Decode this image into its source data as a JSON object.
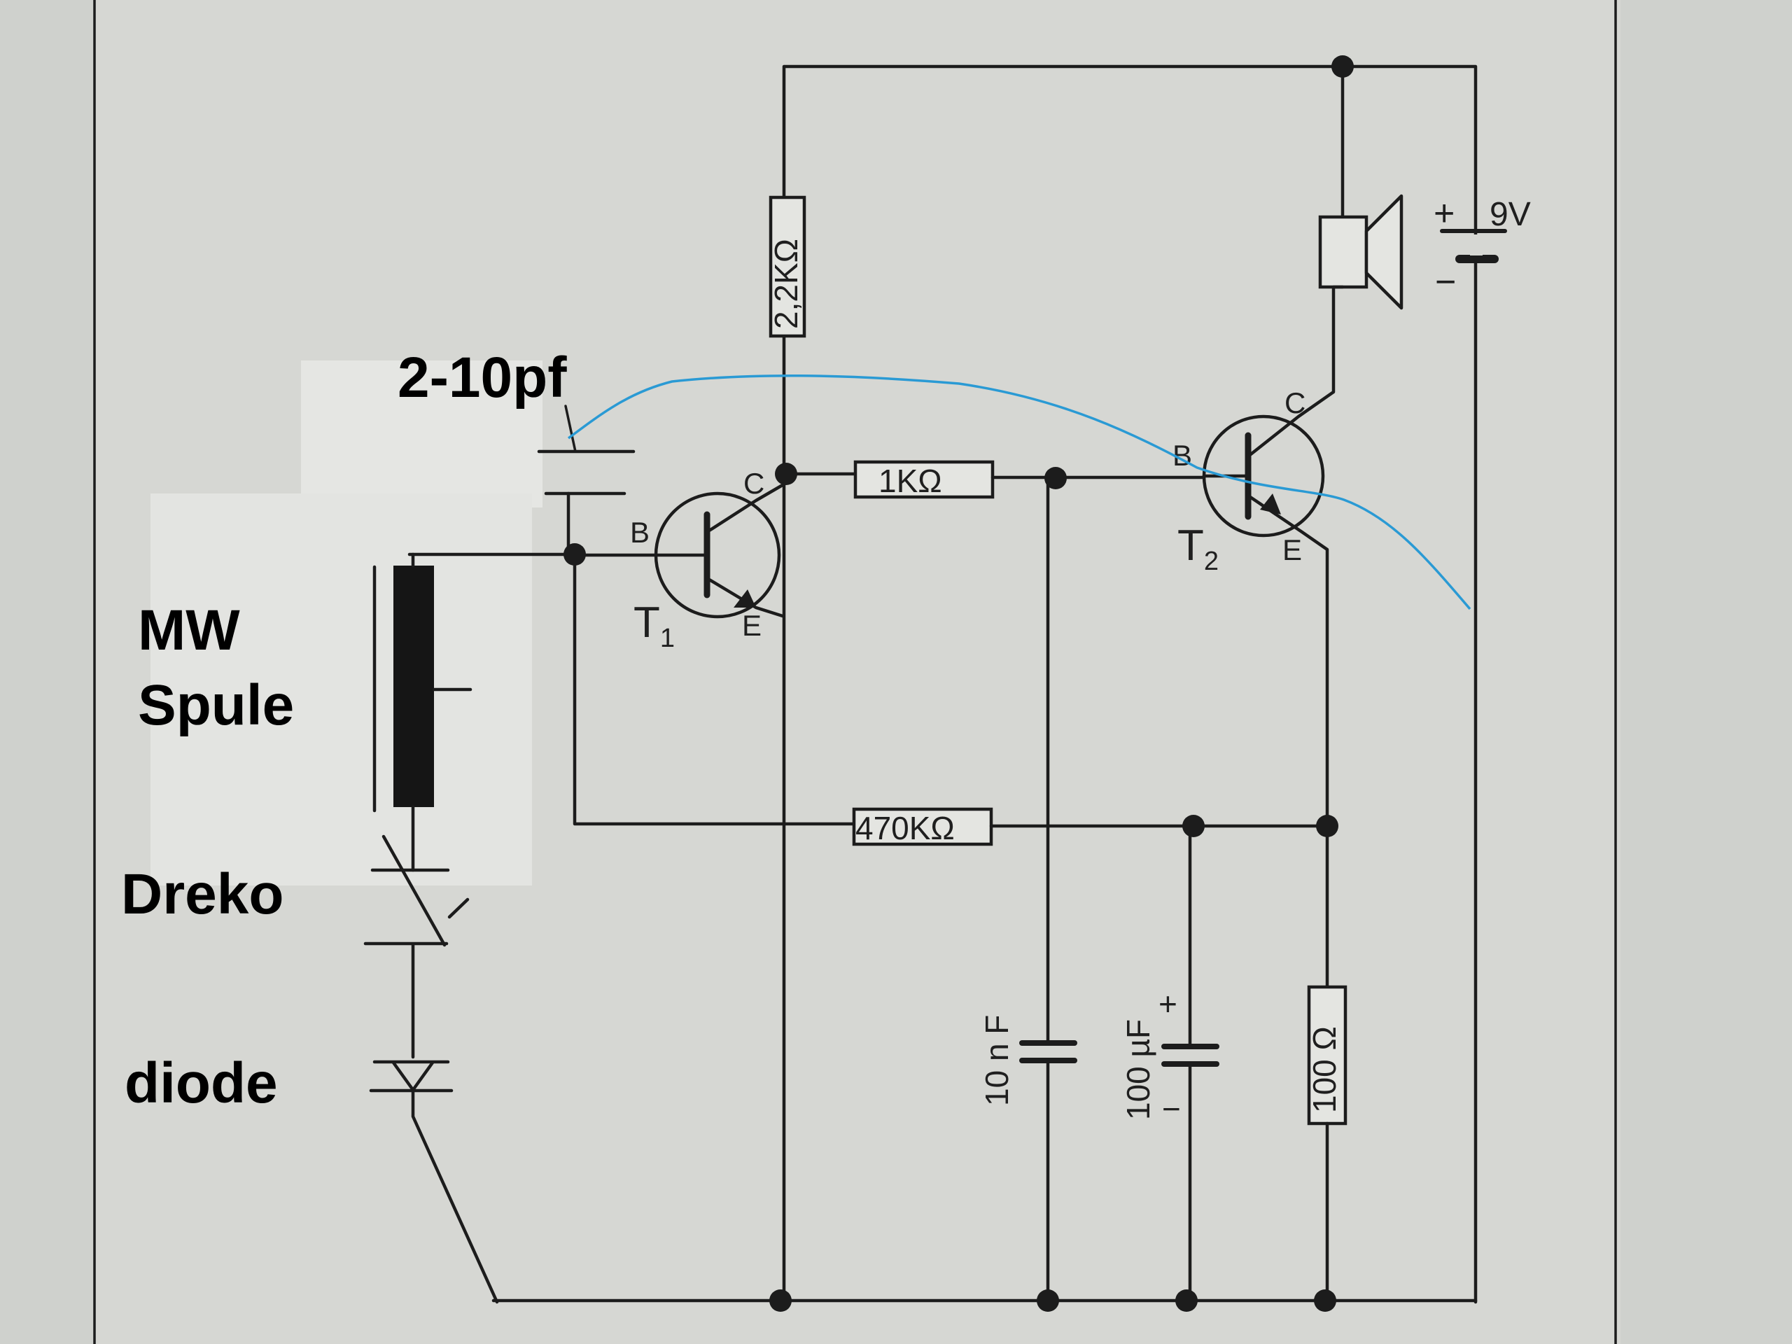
{
  "resistors": {
    "r_2k2": "2,2KΩ",
    "r_1k": "1KΩ",
    "r_470k": "470KΩ",
    "r_100": "100 Ω"
  },
  "capacitors": {
    "c_10n": "10 n F",
    "c_100u": "100 µF",
    "c_plus": "+",
    "c_minus": "−"
  },
  "battery": {
    "voltage": "9V",
    "plus": "+",
    "minus": "−"
  },
  "transistors": {
    "t1": {
      "name": "T",
      "sub": "1",
      "b": "B",
      "c": "C",
      "e": "E"
    },
    "t2": {
      "name": "T",
      "sub": "2",
      "b": "B",
      "c": "C",
      "e": "E"
    }
  },
  "annotations": {
    "trimmer_cap": "2-10pf",
    "coil_line1": "MW",
    "coil_line2": "Spule",
    "variable_cap": "Dreko",
    "diode": "diode"
  },
  "colors": {
    "paper": "#cfd1cd",
    "ink": "#1c1c1c",
    "annotation_line": "#2a9ad4"
  }
}
